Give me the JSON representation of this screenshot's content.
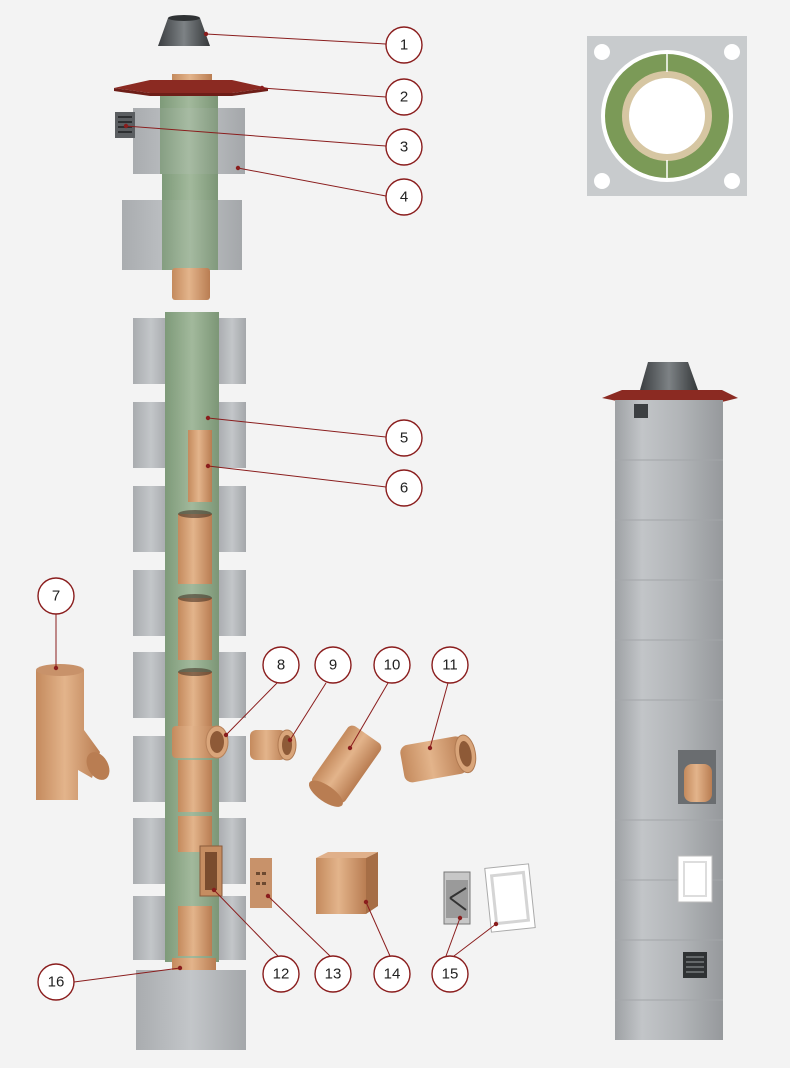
{
  "callouts": [
    {
      "n": "1"
    },
    {
      "n": "2"
    },
    {
      "n": "3"
    },
    {
      "n": "4"
    },
    {
      "n": "5"
    },
    {
      "n": "6"
    },
    {
      "n": "7"
    },
    {
      "n": "8"
    },
    {
      "n": "9"
    },
    {
      "n": "10"
    },
    {
      "n": "11"
    },
    {
      "n": "12"
    },
    {
      "n": "13"
    },
    {
      "n": "14"
    },
    {
      "n": "15"
    },
    {
      "n": "16"
    }
  ],
  "colors": {
    "background": "#f3f3f3",
    "concrete": "#b9bcbf",
    "insulation": "#8fa88a",
    "ceramic_pipe": "#d9a57a",
    "roof_cap": "#8b2a22",
    "steel_cap": "#4a4d50",
    "leader_line": "#8a1d1d"
  }
}
